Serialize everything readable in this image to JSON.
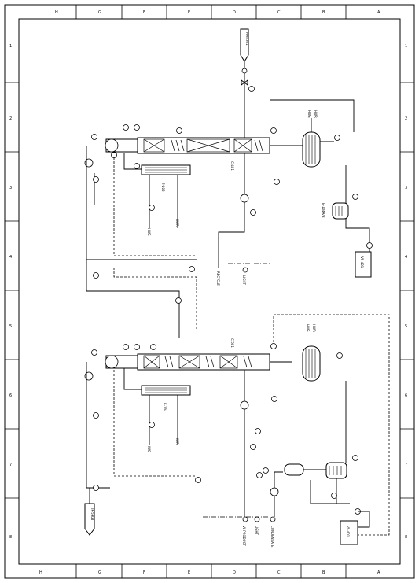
{
  "frame": {
    "top_letters": [
      "H",
      "G",
      "F",
      "E",
      "D",
      "C",
      "B",
      "A"
    ],
    "bottom_letters": [
      "H",
      "G",
      "F",
      "E",
      "D",
      "C",
      "B",
      "A"
    ],
    "side_numbers": [
      "1",
      "2",
      "3",
      "4",
      "5",
      "6",
      "7",
      "8"
    ]
  },
  "unit1": {
    "column": "C-401",
    "condenser": "E-105",
    "reboiler": "E-104A/B",
    "vacuum_system": "VS-401",
    "header": "HMI-301",
    "lines": [
      "HWS",
      "HWR",
      "RECYCLE",
      "LIGHT"
    ]
  },
  "unit2": {
    "column": "C-501",
    "condenser": "E-104",
    "vacuum_system": "VS-401",
    "product_tank": "TK-5908",
    "lines": [
      "HWS",
      "HWR",
      "VL PRODUCT",
      "LIGHT",
      "CONDENSATE"
    ]
  }
}
